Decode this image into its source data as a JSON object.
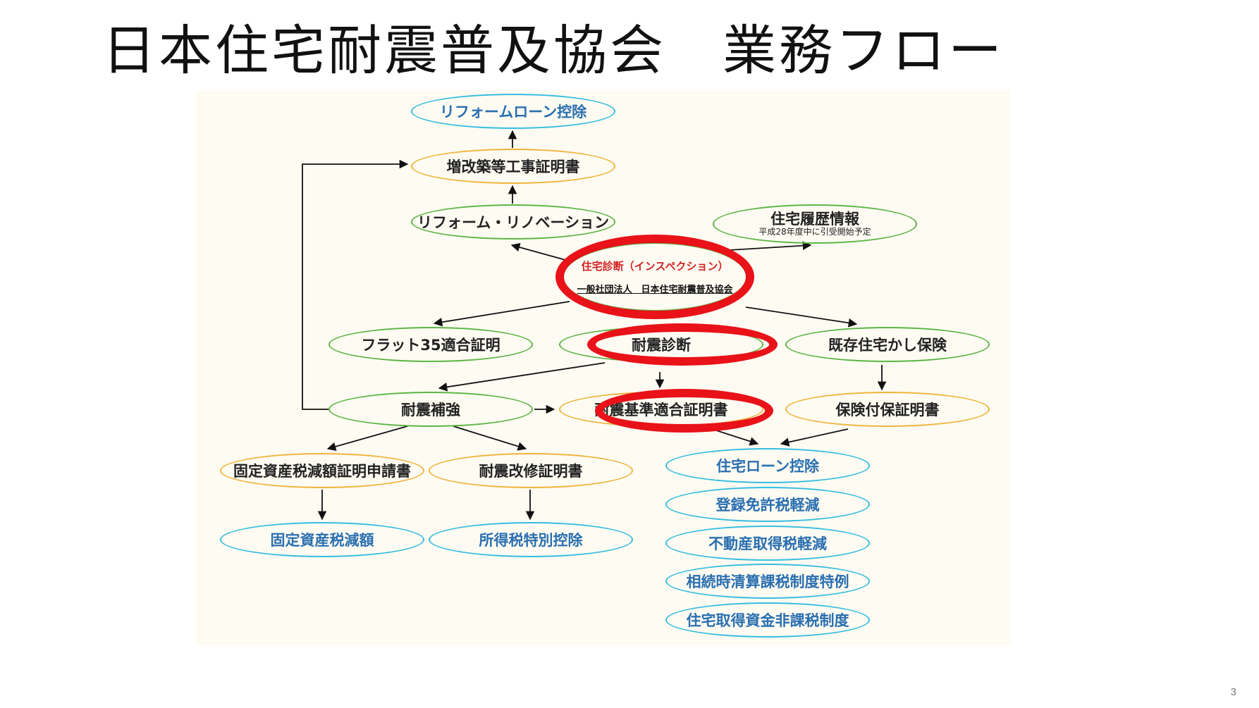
{
  "slide": {
    "title": "日本住宅耐震普及協会　業務フロー",
    "page_number": "3"
  },
  "nodes": {
    "reform_loan": "リフォームローン控除",
    "extension_cert": "増改築等工事証明書",
    "reform_renovation": "リフォーム・リノベーション",
    "history_info": "住宅履歴情報",
    "history_info_note": "平成28年度中に引受開始予定",
    "inspection": "住宅診断（インスペクション）",
    "association": "一般社団法人　日本住宅耐震普及協会",
    "flat35": "フラット35適合証明",
    "seismic_diag": "耐震診断",
    "existing_insurance": "既存住宅かし保険",
    "seismic_reinforce": "耐震補強",
    "seismic_standard_cert": "耐震基準適合証明書",
    "insurance_cert": "保険付保証明書",
    "property_tax_app": "固定資産税減額証明申請書",
    "seismic_repair_cert": "耐震改修証明書",
    "housing_loan": "住宅ローン控除",
    "registration_tax": "登録免許税軽減",
    "acquisition_tax": "不動産取得税軽減",
    "inheritance_tax": "相続時清算課税制度特例",
    "fund_tax_exempt": "住宅取得資金非課税制度",
    "property_tax_reduction": "固定資産税減額",
    "income_tax_deduction": "所得税特別控除"
  },
  "colors": {
    "green_border": "#5cb544",
    "orange_border": "#f0b43a",
    "blue_border": "#37bde0",
    "blue_text": "#2a6fb0",
    "highlight_red": "#e81218",
    "panel_bg": "#fdfbf2"
  }
}
